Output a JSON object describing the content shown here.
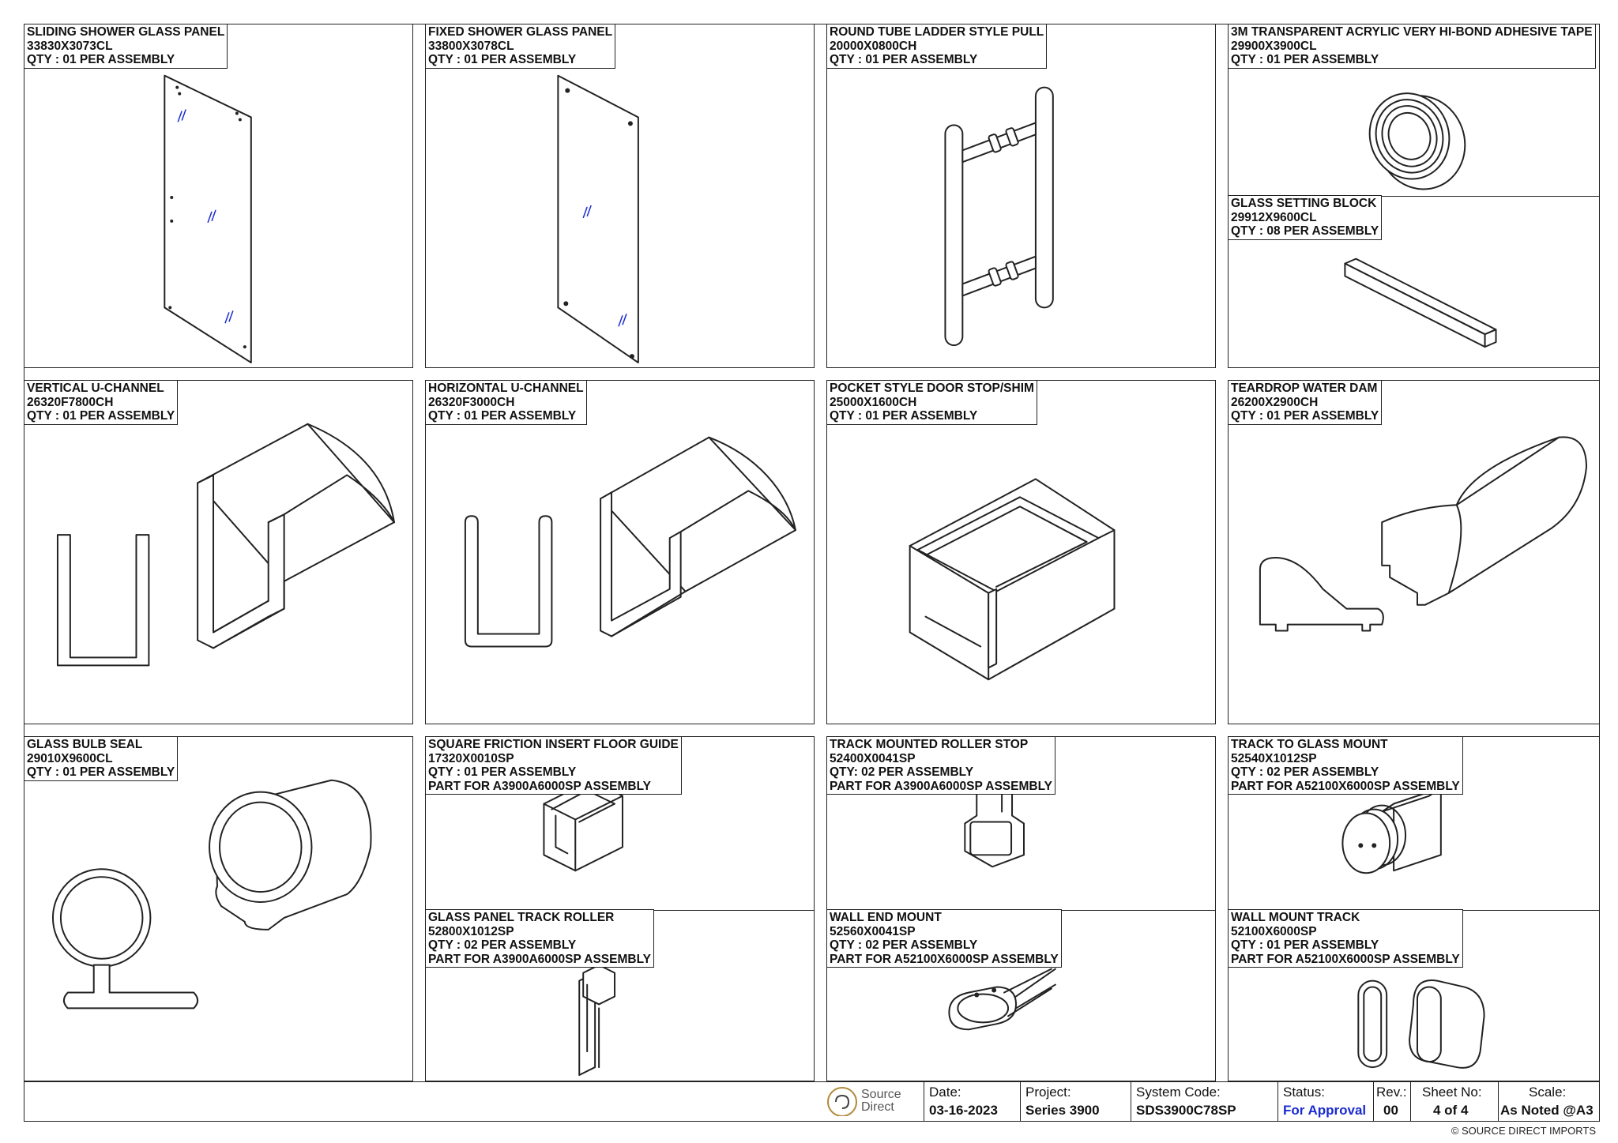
{
  "parts": {
    "p1": {
      "name": "SLIDING SHOWER GLASS PANEL",
      "code": "33830X3073CL",
      "qty": "QTY : 01 PER ASSEMBLY"
    },
    "p2": {
      "name": "FIXED SHOWER GLASS PANEL",
      "code": "33800X3078CL",
      "qty": "QTY : 01 PER ASSEMBLY"
    },
    "p3": {
      "name": "ROUND TUBE LADDER STYLE PULL",
      "code": "20000X0800CH",
      "qty": "QTY : 01 PER ASSEMBLY"
    },
    "p4": {
      "name": "3M TRANSPARENT ACRYLIC VERY HI-BOND ADHESIVE TAPE",
      "code": "29900X3900CL",
      "qty": "QTY : 01 PER ASSEMBLY"
    },
    "p4b": {
      "name": "GLASS SETTING BLOCK",
      "code": "29912X9600CL",
      "qty": "QTY : 08 PER ASSEMBLY"
    },
    "p5": {
      "name": "VERTICAL U-CHANNEL",
      "code": "26320F7800CH",
      "qty": "QTY : 01 PER ASSEMBLY"
    },
    "p6": {
      "name": "HORIZONTAL U-CHANNEL",
      "code": "26320F3000CH",
      "qty": "QTY : 01 PER ASSEMBLY"
    },
    "p7": {
      "name": "POCKET STYLE DOOR STOP/SHIM",
      "code": "25000X1600CH",
      "qty": "QTY : 01 PER ASSEMBLY"
    },
    "p8": {
      "name": "TEARDROP WATER DAM",
      "code": "26200X2900CH",
      "qty": "QTY : 01 PER ASSEMBLY"
    },
    "p9": {
      "name": "GLASS BULB SEAL",
      "code": "29010X9600CL",
      "qty": "QTY : 01 PER ASSEMBLY"
    },
    "p10": {
      "name": "SQUARE FRICTION INSERT FLOOR GUIDE",
      "code": "17320X0010SP",
      "qty": "QTY : 01 PER ASSEMBLY",
      "part": "PART FOR A3900A6000SP ASSEMBLY"
    },
    "p10b": {
      "name": "GLASS PANEL TRACK ROLLER",
      "code": "52800X1012SP",
      "qty": "QTY : 02 PER ASSEMBLY",
      "part": "PART FOR A3900A6000SP ASSEMBLY"
    },
    "p11": {
      "name": "TRACK MOUNTED ROLLER STOP",
      "code": "52400X0041SP",
      "qty": "QTY: 02 PER ASSEMBLY",
      "part": "PART FOR A3900A6000SP ASSEMBLY"
    },
    "p11b": {
      "name": "WALL END MOUNT",
      "code": "52560X0041SP",
      "qty": "QTY : 02 PER ASSEMBLY",
      "part": "PART FOR A52100X6000SP ASSEMBLY"
    },
    "p12": {
      "name": "TRACK TO GLASS MOUNT",
      "code": "52540X1012SP",
      "qty": "QTY : 02 PER ASSEMBLY",
      "part": "PART FOR A52100X6000SP ASSEMBLY"
    },
    "p12b": {
      "name": "WALL MOUNT TRACK",
      "code": "52100X6000SP",
      "qty": "QTY : 01 PER ASSEMBLY",
      "part": "PART FOR A52100X6000SP ASSEMBLY"
    }
  },
  "title_block": {
    "logo_line1": "Source",
    "logo_line2": "Direct",
    "date_label": "Date:",
    "date_value": "03-16-2023",
    "project_label": "Project:",
    "project_value": "Series 3900",
    "system_label": "System Code:",
    "system_value": "SDS3900C78SP",
    "status_label": "Status:",
    "status_value": "For Approval",
    "rev_label": "Rev.:",
    "rev_value": "00",
    "sheet_label": "Sheet No:",
    "sheet_value": "4 of 4",
    "scale_label": "Scale:",
    "scale_value": "As Noted @A3"
  },
  "footer": "© SOURCE DIRECT IMPORTS",
  "colors": {
    "line": "#222222",
    "approval": "#1a2bd1",
    "glass_mark": "#1a2bd1"
  }
}
